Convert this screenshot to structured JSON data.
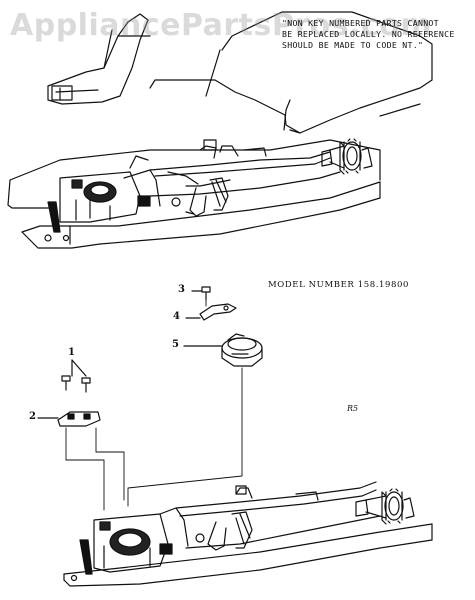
{
  "watermark": "AppliancePartsPros.com",
  "note": {
    "lines": [
      "\"NON KEY NUMBERED PARTS CANNOT",
      "BE REPLACED LOCALLY. NO REFERENCE",
      "SHOULD BE MADE TO CODE NT.\""
    ]
  },
  "model_number": "MODEL NUMBER 158.19800",
  "callouts": {
    "c1": "1",
    "c2": "2",
    "c3": "3",
    "c4": "4",
    "c5": "5"
  },
  "figure_ref": "R5",
  "colors": {
    "ink": "#111111",
    "watermark": "#969696"
  }
}
